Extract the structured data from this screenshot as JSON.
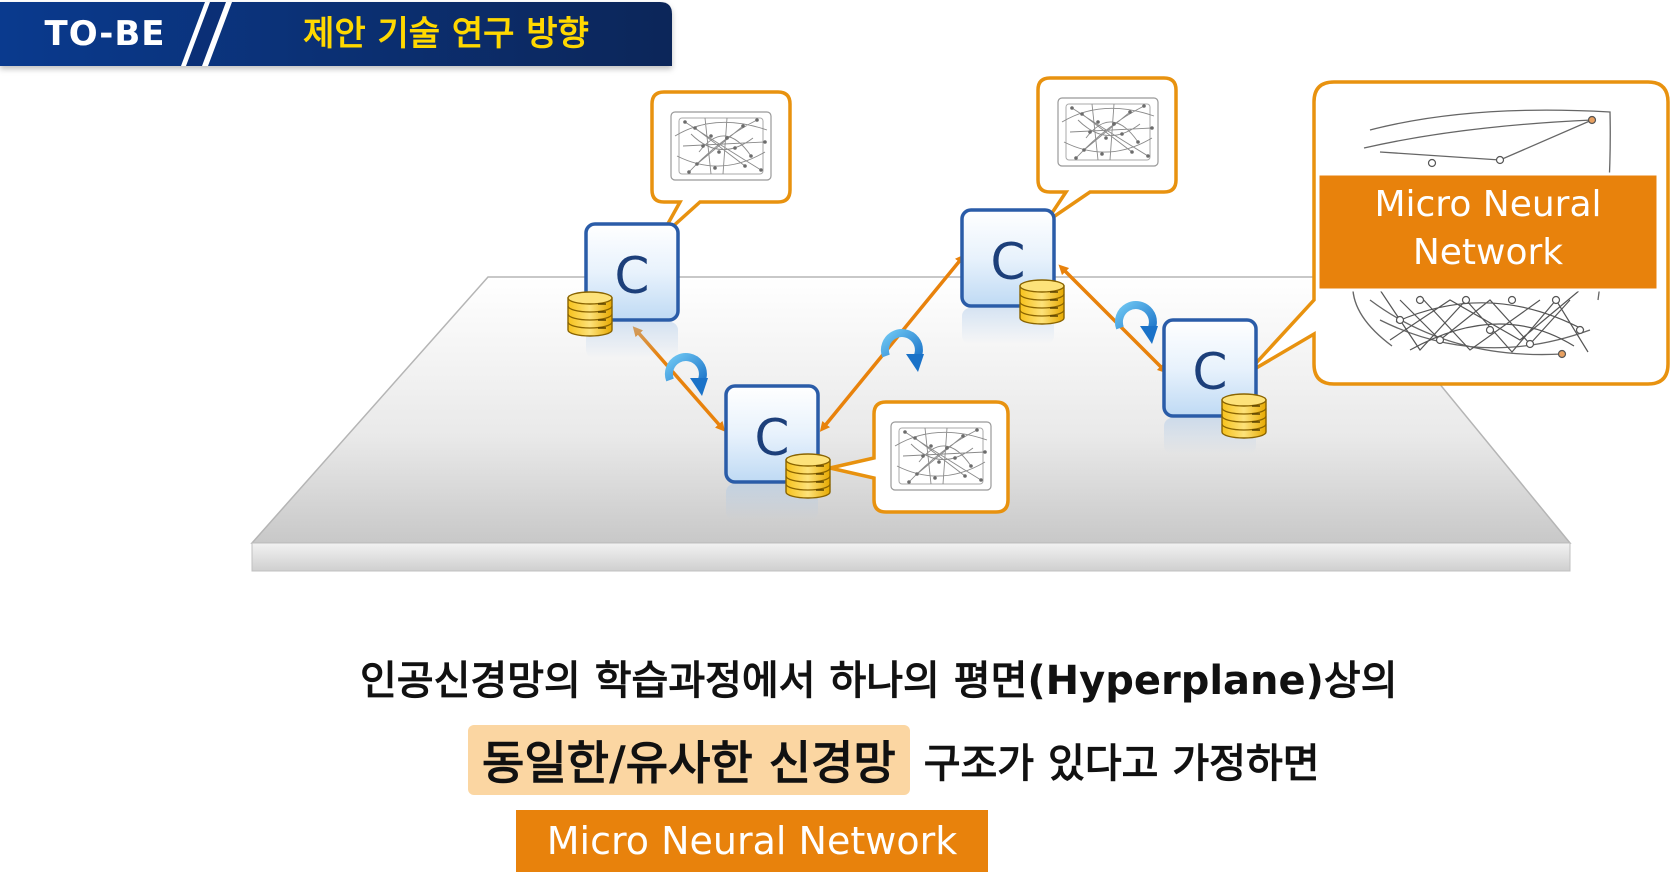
{
  "header": {
    "tag": "TO-BE",
    "title": "제안 기술 연구 방향"
  },
  "diagram": {
    "node_letter": "C",
    "network_label_line1": "Micro Neural",
    "network_label_line2": "Network"
  },
  "caption": {
    "line1": "인공신경망의 학습과정에서 하나의 평면(Hyperplane)상의",
    "highlight": "동일한/유사한 신경망",
    "line2_rest": "구조가 있다고 가정하면",
    "label": "Micro Neural Network"
  },
  "colors": {
    "header_navy": "#0d2d6e",
    "header_yellow": "#ffd800",
    "accent_orange": "#e8820c",
    "highlight_peach": "#fbd6a2",
    "node_blue": "#2a5ca8"
  }
}
